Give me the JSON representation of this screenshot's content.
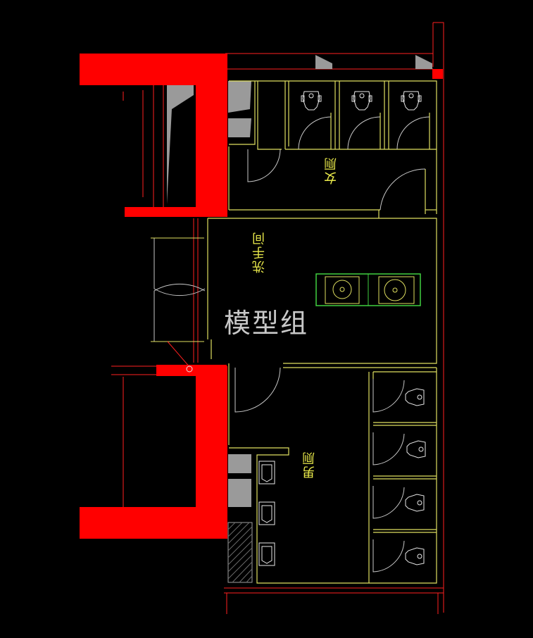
{
  "plan": {
    "rooms": {
      "female": "女厕",
      "washroom": "洗手间",
      "male": "男厕"
    },
    "watermark": "模型组"
  },
  "colors": {
    "background": "#000000",
    "wall": "#ff0000",
    "line": "#e0e060",
    "outline": "#ff2020",
    "sink": "#40d040",
    "door_arc": "#c8c8c8",
    "gray": "#a0a0a0"
  },
  "fixtures": {
    "female_squat_toilets": 3,
    "male_squat_toilets": 4,
    "urinals": 3,
    "washbasins": 2
  }
}
